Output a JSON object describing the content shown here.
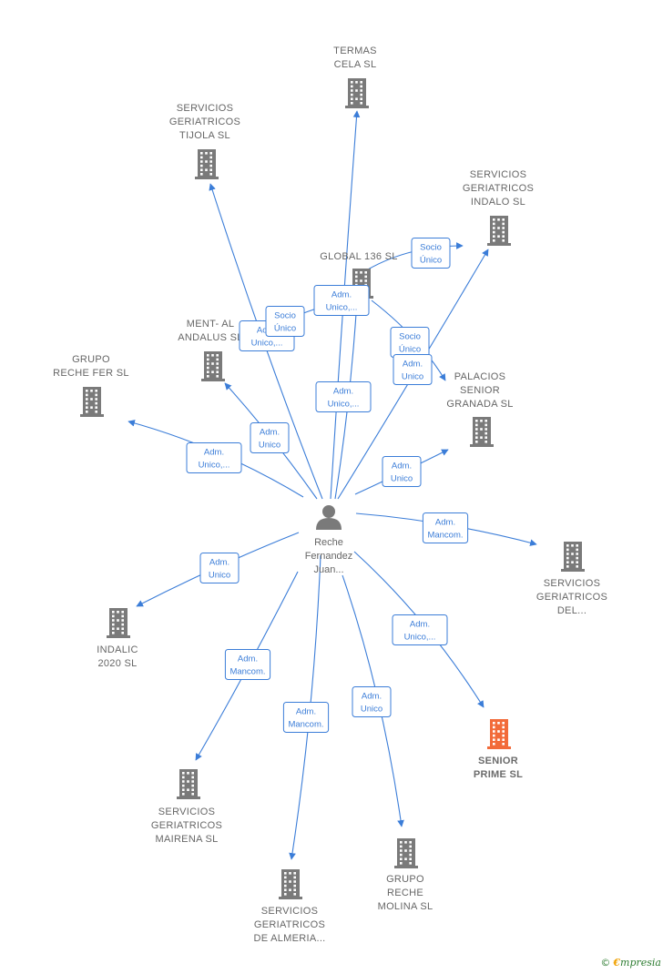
{
  "colors": {
    "edge": "#3b7dd8",
    "building": "#7a7a7a",
    "highlight": "#f26b3a",
    "person": "#7a7a7a"
  },
  "person": {
    "lines": [
      "Reche",
      "Fernandez",
      "Juan..."
    ]
  },
  "companies": [
    {
      "id": "termas",
      "lines": [
        "TERMAS",
        "CELA  SL"
      ],
      "highlight": false
    },
    {
      "id": "tijola",
      "lines": [
        "SERVICIOS",
        "GERIATRICOS",
        "TIJOLA  SL"
      ],
      "highlight": false
    },
    {
      "id": "indalo",
      "lines": [
        "SERVICIOS",
        "GERIATRICOS",
        "INDALO  SL"
      ],
      "highlight": false
    },
    {
      "id": "global136",
      "lines": [
        "GLOBAL 136 SL"
      ],
      "highlight": false
    },
    {
      "id": "mental",
      "lines": [
        "MENT-  AL",
        "ANDALUS  SL"
      ],
      "highlight": false
    },
    {
      "id": "grupo_reche_fer",
      "lines": [
        "GRUPO",
        "RECHE FER  SL"
      ],
      "highlight": false
    },
    {
      "id": "palacios",
      "lines": [
        "PALACIOS",
        "SENIOR",
        "GRANADA  SL"
      ],
      "highlight": false
    },
    {
      "id": "serv_del",
      "lines": [
        "SERVICIOS",
        "GERIATRICOS",
        "DEL..."
      ],
      "highlight": false
    },
    {
      "id": "indalic",
      "lines": [
        "INDALIC",
        "2020  SL"
      ],
      "highlight": false
    },
    {
      "id": "senior_prime",
      "lines": [
        "SENIOR",
        "PRIME  SL"
      ],
      "highlight": true
    },
    {
      "id": "mairena",
      "lines": [
        "SERVICIOS",
        "GERIATRICOS",
        "MAIRENA  SL"
      ],
      "highlight": false
    },
    {
      "id": "almeria",
      "lines": [
        "SERVICIOS",
        "GERIATRICOS",
        "DE ALMERIA..."
      ],
      "highlight": false
    },
    {
      "id": "molina",
      "lines": [
        "GRUPO",
        "RECHE",
        "MOLINA  SL"
      ],
      "highlight": false
    }
  ],
  "edge_labels": [
    {
      "id": "l_termas",
      "lines": [
        "Adm.",
        "Unico,..."
      ]
    },
    {
      "id": "l_tijola",
      "lines": [
        "Adm.",
        "Unico,..."
      ]
    },
    {
      "id": "l_global",
      "lines": [
        "Adm.",
        "Unico,..."
      ]
    },
    {
      "id": "l_glob_mental",
      "lines": [
        "Socio",
        "Único"
      ]
    },
    {
      "id": "l_glob_indalo",
      "lines": [
        "Socio",
        "Único"
      ]
    },
    {
      "id": "l_glob_palacios",
      "lines": [
        "Socio",
        "Único"
      ]
    },
    {
      "id": "l_indalo",
      "lines": [
        "Adm.",
        "Unico"
      ]
    },
    {
      "id": "l_mental",
      "lines": [
        "Adm.",
        "Unico"
      ]
    },
    {
      "id": "l_grupo_fer",
      "lines": [
        "Adm.",
        "Unico,..."
      ]
    },
    {
      "id": "l_palacios",
      "lines": [
        "Adm.",
        "Unico"
      ]
    },
    {
      "id": "l_serv_del",
      "lines": [
        "Adm.",
        "Mancom."
      ]
    },
    {
      "id": "l_indalic",
      "lines": [
        "Adm.",
        "Unico"
      ]
    },
    {
      "id": "l_senior",
      "lines": [
        "Adm.",
        "Unico,..."
      ]
    },
    {
      "id": "l_mairena",
      "lines": [
        "Adm.",
        "Mancom."
      ]
    },
    {
      "id": "l_almeria",
      "lines": [
        "Adm.",
        "Mancom."
      ]
    },
    {
      "id": "l_molina",
      "lines": [
        "Adm.",
        "Unico"
      ]
    }
  ],
  "footer": {
    "copyright": "©",
    "brand_first": "€",
    "brand_rest": "mpresia"
  }
}
